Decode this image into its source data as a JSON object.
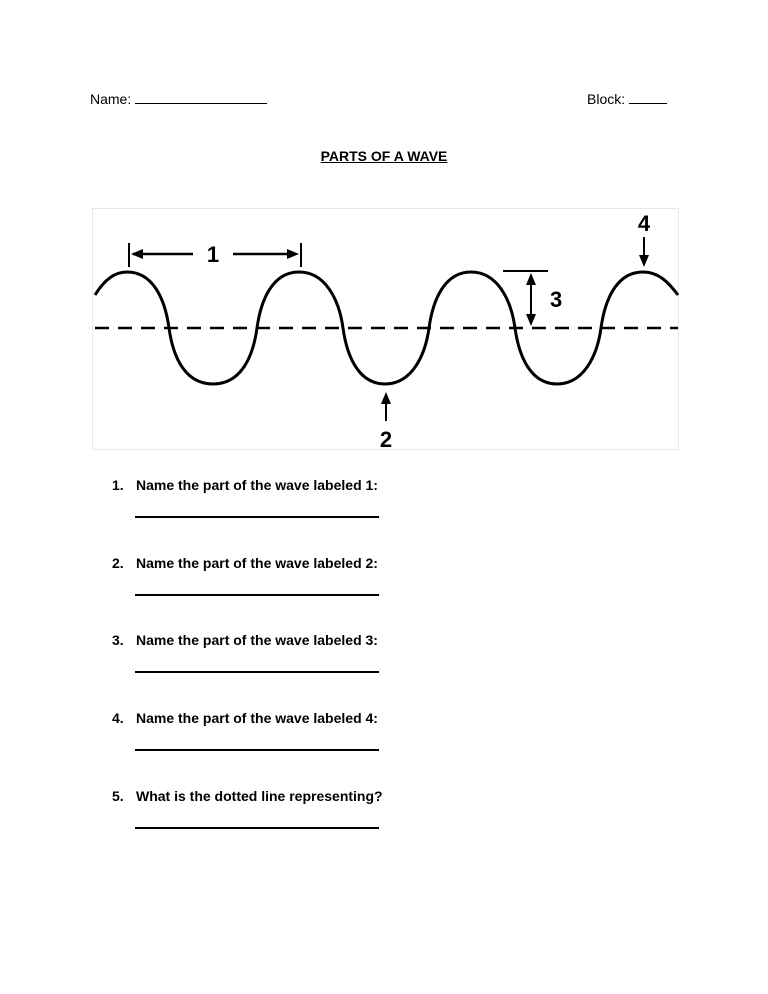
{
  "header": {
    "name_label": "Name:",
    "block_label": "Block:"
  },
  "title": "PARTS OF A WAVE",
  "figure": {
    "labels": [
      "1",
      "2",
      "3",
      "4"
    ],
    "dashed_line": "midline"
  },
  "questions": [
    {
      "number": "1.",
      "text": "Name the part of the wave labeled 1:"
    },
    {
      "number": "2.",
      "text": "Name the part of the wave labeled 2:"
    },
    {
      "number": "3.",
      "text": "Name the part of the wave labeled 3:"
    },
    {
      "number": "4.",
      "text": "Name the part of the wave labeled 4:"
    },
    {
      "number": "5.",
      "text": "What is the dotted line representing?"
    }
  ]
}
